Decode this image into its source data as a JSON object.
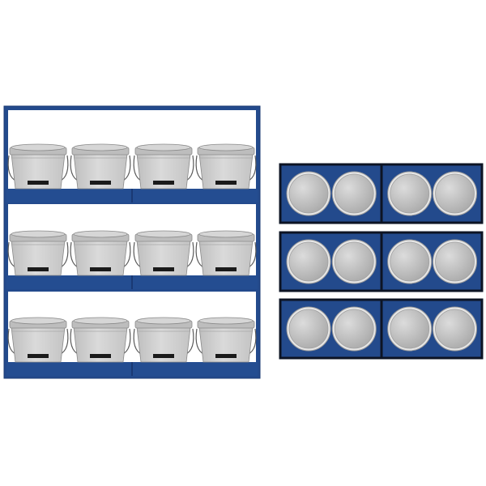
{
  "colors": {
    "background": "#ffffff",
    "rack_frame": "#234a8c",
    "rack_frame_edge": "#1b3b73",
    "shelf": "#244d91",
    "shelf_divider": "#16336a",
    "bucket_body": "#cfcfcf",
    "bucket_rim": "#bdbdbd",
    "bucket_outline": "#8a8a8a",
    "bucket_handle": "#5a5a5a",
    "bucket_label": "#1a1a1a",
    "panel_fill": "#234a8c",
    "panel_border": "#0d1424",
    "lid_outer": "#e6e6e6",
    "lid_inner": "#b8b8b8"
  },
  "front_view": {
    "shelf_count": 3,
    "bays_per_shelf": 2,
    "buckets_per_shelf": 4,
    "icon": "bucket-icon"
  },
  "top_view": {
    "row_count": 3,
    "panels_per_row": 2,
    "lids_per_panel": 2,
    "icon": "bucket-lid-icon"
  }
}
